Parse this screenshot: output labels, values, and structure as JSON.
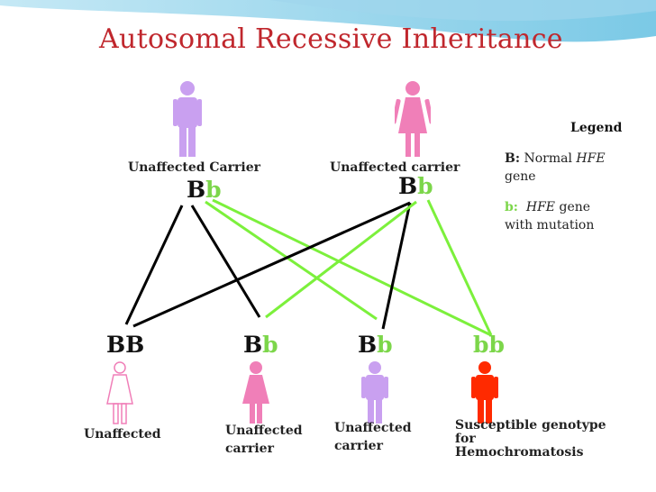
{
  "title": "Autosomal Recessive Inheritance",
  "legend": {
    "title": "Legend",
    "B_symbol": "B:",
    "B_text_1": "Normal",
    "B_gene": "HFE",
    "B_text_2": "gene",
    "b_symbol": "b:",
    "b_gene": "HFE",
    "b_text_1": "gene",
    "b_text_2": "with mutation"
  },
  "parents": [
    {
      "label": "Unaffected Carrier",
      "genotype_upper": "B",
      "genotype_lower": "b"
    },
    {
      "label": "Unaffected carrier",
      "genotype_upper": "B",
      "genotype_lower": "b"
    }
  ],
  "children": [
    {
      "genotype": "BB",
      "label": "Unaffected"
    },
    {
      "genotype_upper": "B",
      "genotype_lower": "b",
      "label_1": "Unaffected",
      "label_2": "carrier"
    },
    {
      "genotype_upper": "B",
      "genotype_lower": "b",
      "label_1": "Unaffected",
      "label_2": "carrier"
    },
    {
      "genotype": "bb",
      "label_1": "Susceptible genotype",
      "label_2": "for",
      "label_3": "Hemochromatosis"
    }
  ],
  "colors": {
    "title": "#c0272d",
    "recessive_allele": "#7cd64a",
    "male_carrier": "#c9a0f0",
    "female_carrier": "#f07fb8",
    "affected": "#ff2a00",
    "unaffected_outline": "#f07fb8"
  }
}
